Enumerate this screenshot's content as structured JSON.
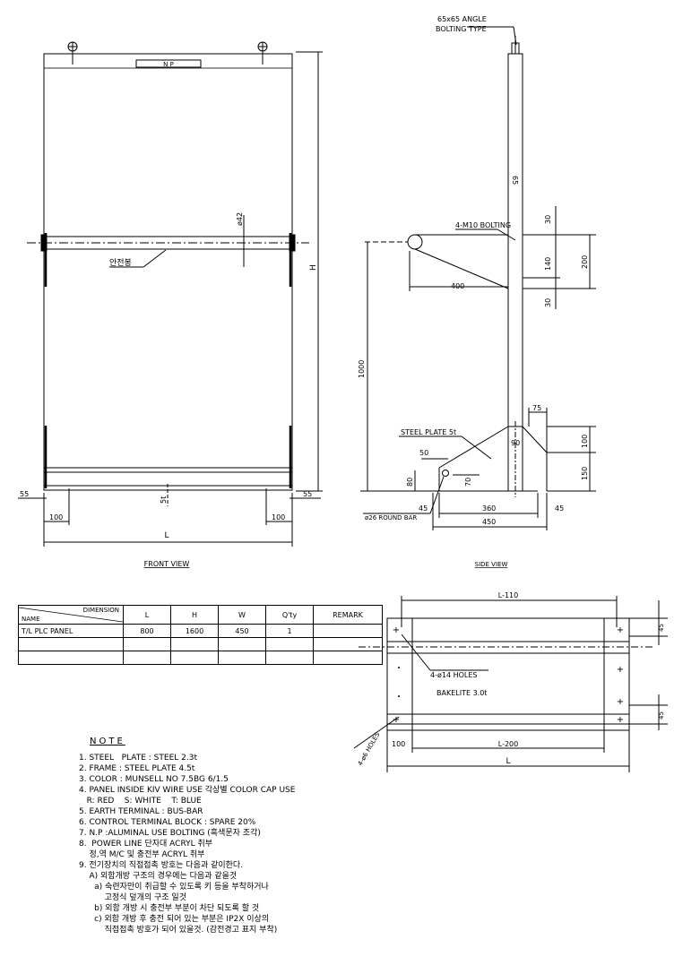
{
  "labels": {
    "np": "N P",
    "safety_bar": "안전봉",
    "dia42": "ø42",
    "h": "H",
    "l": "L",
    "dim55": "55",
    "dim100": "100",
    "dim5t": "5t",
    "front_view": "FRONT VIEW",
    "side_view": "SIDE VIEW",
    "angle": "65x65 ANGLE",
    "bolting_type": "BOLTING TYPE",
    "m10": "4-M10 BOLTING",
    "s65": "65",
    "s30": "30",
    "s140": "140",
    "s200": "200",
    "s400": "400",
    "s1000": "1000",
    "s75": "75",
    "steel_plate": "STEEL PLATE 5t",
    "s90": "90",
    "s50": "50",
    "s100": "100",
    "s150": "150",
    "s80": "80",
    "s70": "70",
    "round_bar": "ø26 ROUND BAR",
    "s45": "45",
    "s360": "360",
    "s450": "450",
    "l110": "L-110",
    "l200": "L-200",
    "holes14": "4-ø14 HOLES",
    "bakelite": "BAKELITE 3.0t",
    "holes6": "4-ø6 HOLES",
    "p45": "45",
    "p100": "100"
  },
  "table": {
    "corner_top": "DIMENSION",
    "corner_bottom": "NAME",
    "headers": [
      "L",
      "H",
      "W",
      "Q'ty",
      "REMARK"
    ],
    "rows": [
      [
        "T/L PLC PANEL",
        "800",
        "1600",
        "450",
        "1",
        ""
      ],
      [
        "",
        "",
        "",
        "",
        "",
        ""
      ],
      [
        "",
        "",
        "",
        "",
        "",
        ""
      ]
    ]
  },
  "note": {
    "title": "NOTE",
    "lines": [
      "1. STEEL   PLATE : STEEL 2.3t",
      "2. FRAME : STEEL PLATE 4.5t",
      "3. COLOR : MUNSELL NO 7.5BG 6/1.5",
      "4. PANEL INSIDE KIV WIRE USE 각상별 COLOR CAP USE",
      "   R: RED    S: WHITE    T: BLUE",
      "5. EARTH TERMINAL : BUS-BAR",
      "6. CONTROL TERMINAL BLOCK : SPARE 20%",
      "7. N.P :ALUMINAL USE BOLTING (흑색문자 조각)",
      "8.  POWER LINE 단자대 ACRYL 취부",
      "    정,역 M/C 및 충전부 ACRYL 취부",
      "9. 전기장치의 직접접촉 방호는 다음과 같이한다.",
      "    A) 외함개방 구조의 경우에는 다음과 같을것",
      "      a) 숙련자만이 취급할 수 있도록 키 등을 부착하거나",
      "          고정식 덮개의 구조 일것",
      "      b) 외함 개방 시 충전부 부분이 차단 되도록 할 것",
      "      c) 외함 개방 후 충전 되어 있는 부분은 IP2X 이상의",
      "          직접접촉 방호가 되어 있을것. (감전경고 표지 부착)"
    ]
  }
}
